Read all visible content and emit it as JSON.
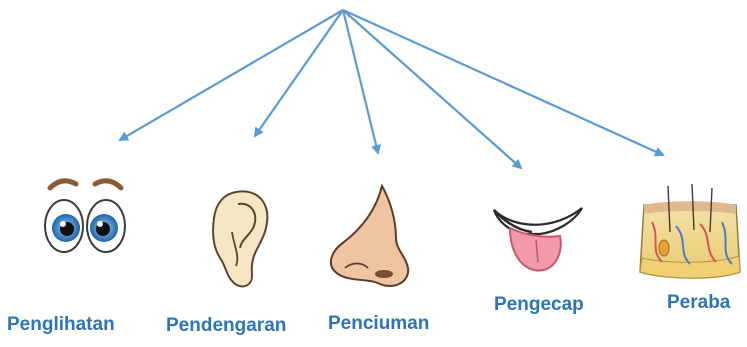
{
  "diagram": {
    "senses": [
      {
        "label": "Penglihatan",
        "icon": "eyes-icon"
      },
      {
        "label": "Pendengaran",
        "icon": "ear-icon"
      },
      {
        "label": "Penciuman",
        "icon": "nose-icon"
      },
      {
        "label": "Pengecap",
        "icon": "tongue-icon"
      },
      {
        "label": "Peraba",
        "icon": "skin-icon"
      }
    ],
    "colors": {
      "arrow": "#5b9bd5",
      "label": "#2f74b6"
    }
  }
}
